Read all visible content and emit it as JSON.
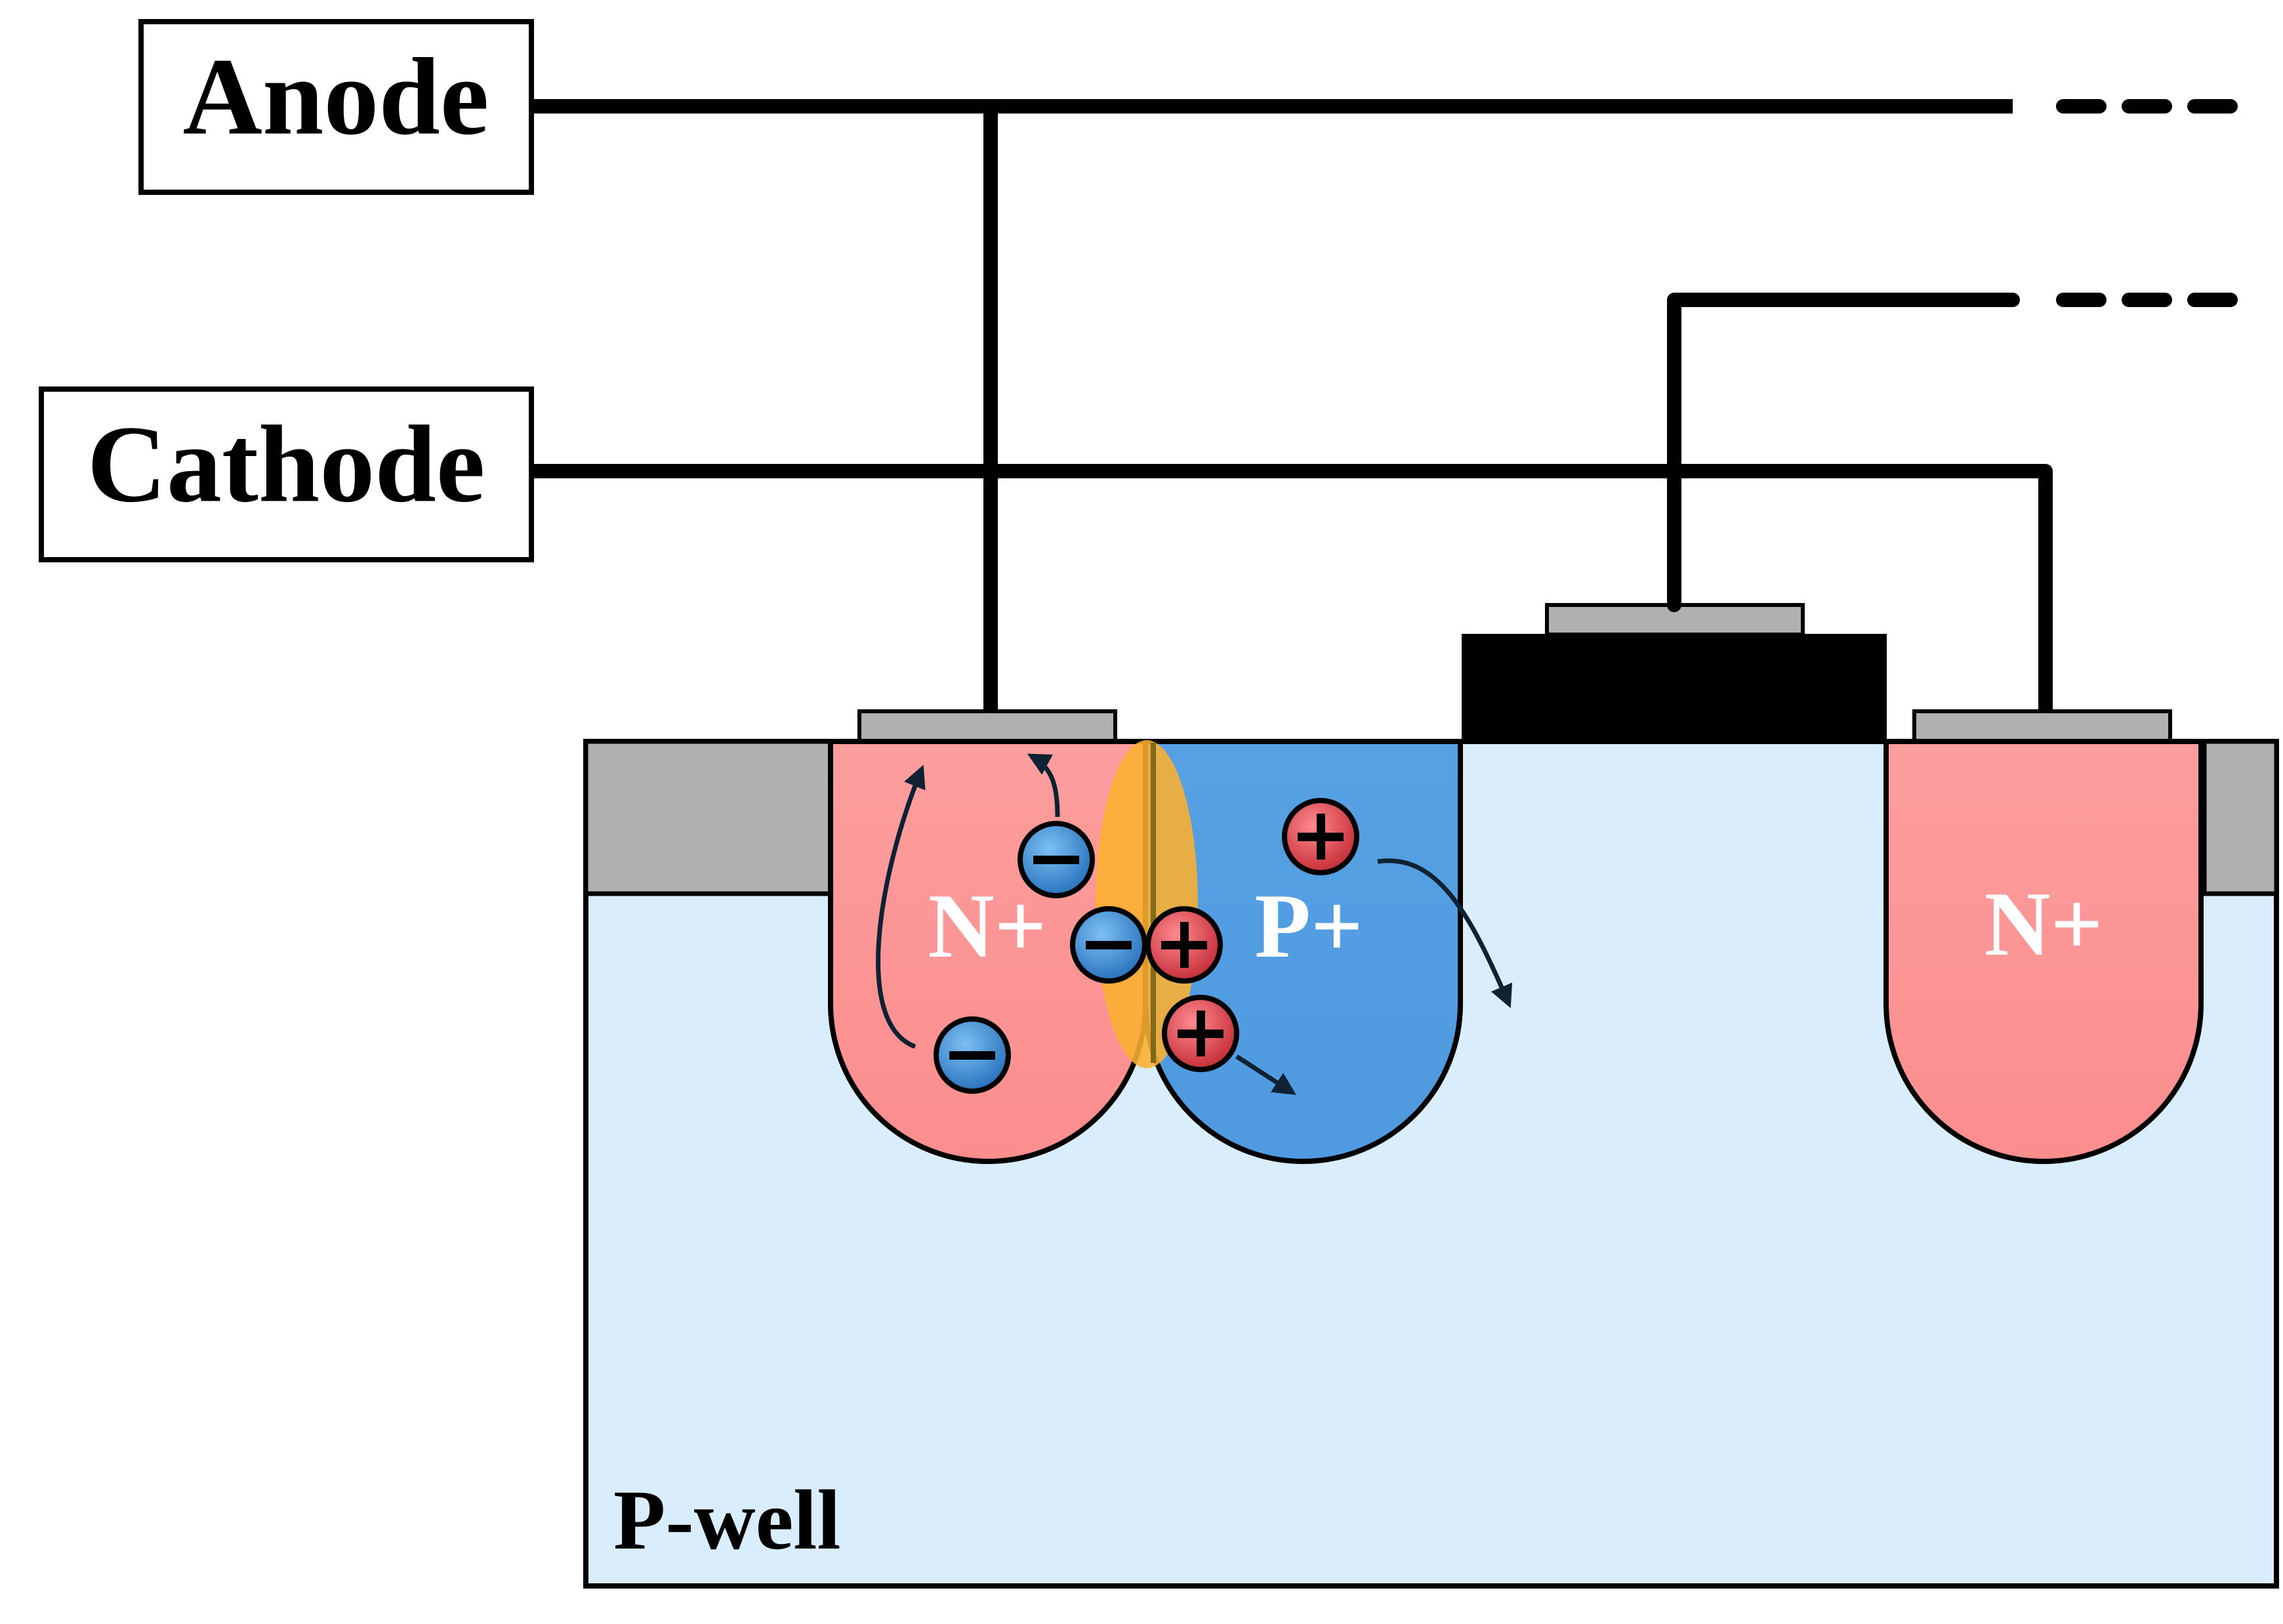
{
  "terminals": {
    "anode": "Anode",
    "cathode": "Cathode"
  },
  "regions": {
    "left_n_plus": "N+",
    "p_plus": "P+",
    "right_n_plus": "N+",
    "p_well": "P-well"
  },
  "colors": {
    "n_plus": "#fd9b9b",
    "p_plus": "#56a0e3",
    "p_well": "#d9edfd",
    "isolation": "#b0b0b0",
    "contact": "#b0b0b0",
    "gate": "#000000",
    "depletion": "#fbb12f",
    "electron": "#3f8fd6",
    "hole": "#e0454d"
  },
  "carriers": {
    "electron_symbol": "−",
    "hole_symbol": "+"
  }
}
